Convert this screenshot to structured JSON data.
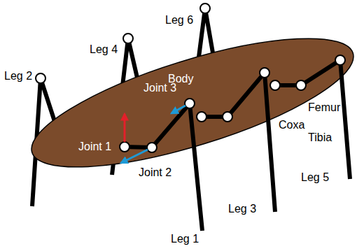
{
  "diagram": {
    "nodes": [
      {
        "text": [
          "Body"
        ]
      }
    ],
    "labels": [
      "Leg 6",
      "Leg 4",
      "Leg 2",
      "Joint 3",
      "Joint 1",
      "Joint 2",
      "Coxa",
      "Femur",
      "Tibia",
      "Leg 5",
      "Leg 3",
      "Leg 1"
    ]
  }
}
